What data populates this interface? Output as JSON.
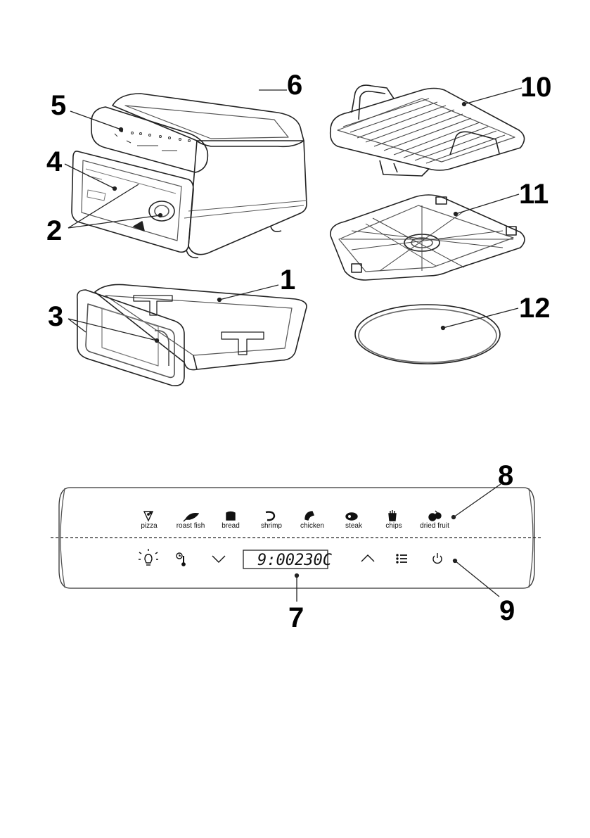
{
  "callouts": {
    "n1": "1",
    "n2": "2",
    "n3": "3",
    "n4": "4",
    "n5": "5",
    "n6": "6",
    "n7": "7",
    "n8": "8",
    "n9": "9",
    "n10": "10",
    "n11": "11",
    "n12": "12"
  },
  "panel": {
    "presets": [
      {
        "label": "pizza",
        "icon": "pizza-icon"
      },
      {
        "label": "roast fish",
        "icon": "fish-icon"
      },
      {
        "label": "bread",
        "icon": "bread-icon"
      },
      {
        "label": "shrimp",
        "icon": "shrimp-icon"
      },
      {
        "label": "chicken",
        "icon": "chicken-leg-icon"
      },
      {
        "label": "steak",
        "icon": "steak-icon"
      },
      {
        "label": "chips",
        "icon": "chips-icon"
      },
      {
        "label": "dried fruit",
        "icon": "fruit-icon"
      }
    ],
    "display_time": "9:00",
    "display_temp": "230C",
    "controls": [
      "light-icon",
      "timer-temp-icon",
      "chevron-down-icon",
      "chevron-up-icon",
      "menu-icon",
      "power-icon"
    ]
  },
  "colors": {
    "line": "#222222",
    "light_line": "#777777"
  }
}
